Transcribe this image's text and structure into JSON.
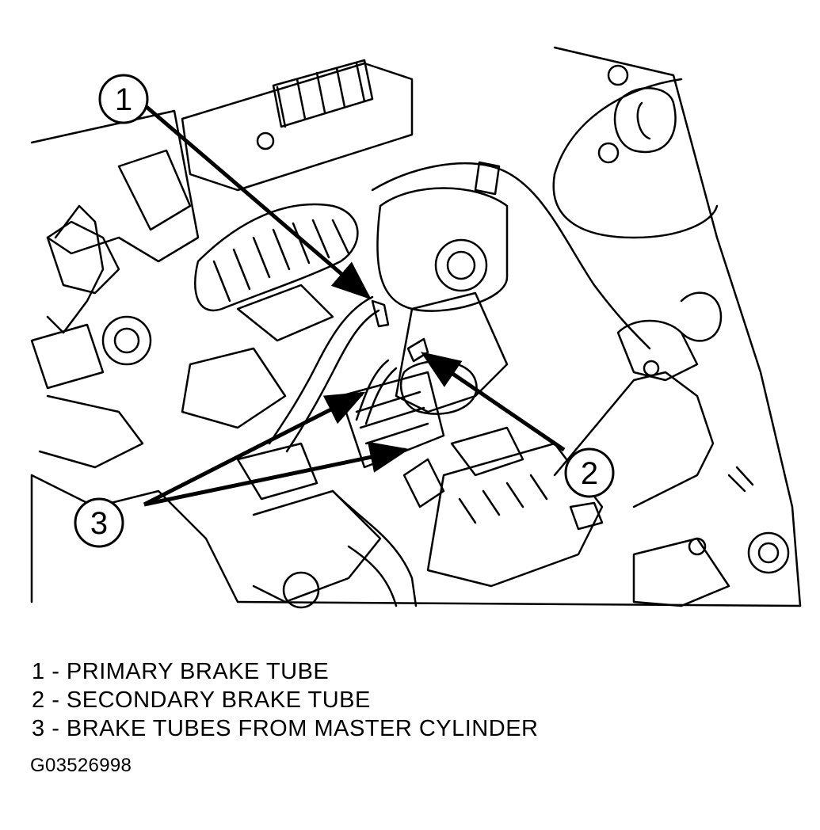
{
  "callouts": [
    {
      "number": "1"
    },
    {
      "number": "2"
    },
    {
      "number": "3"
    }
  ],
  "legend": [
    {
      "number": "1",
      "separator": " - ",
      "text": "PRIMARY BRAKE TUBE"
    },
    {
      "number": "2",
      "separator": " - ",
      "text": "SECONDARY BRAKE TUBE"
    },
    {
      "number": "3",
      "separator": " - ",
      "text": "BRAKE TUBES FROM MASTER CYLINDER"
    }
  ],
  "figure_id": "G03526998",
  "colors": {
    "line": "#000000",
    "background": "#ffffff"
  }
}
